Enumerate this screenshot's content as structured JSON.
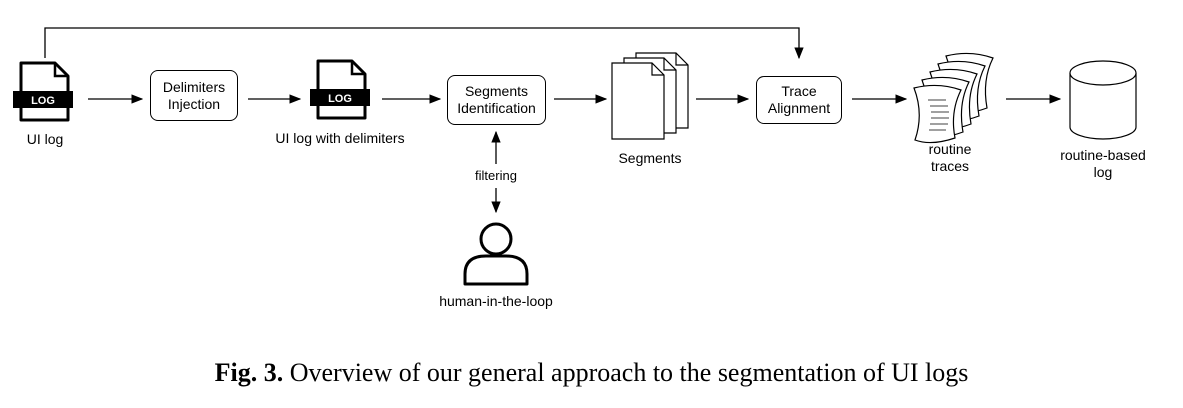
{
  "nodes": {
    "ui_log": {
      "badge": "LOG",
      "label": "UI log"
    },
    "delimiters_injection": {
      "label": "Delimiters\nInjection"
    },
    "ui_log_delimiters": {
      "badge": "LOG",
      "label": "UI log with delimiters"
    },
    "segments_identification": {
      "label": "Segments\nIdentification"
    },
    "segments": {
      "label": "Segments"
    },
    "trace_alignment": {
      "label": "Trace\nAlignment"
    },
    "routine_traces": {
      "label": "routine\ntraces"
    },
    "routine_based_log": {
      "label": "routine-based\nlog"
    },
    "human": {
      "label": "human-in-the-loop"
    }
  },
  "edges": {
    "filtering_label": "filtering"
  },
  "caption": {
    "prefix": "Fig. 3.",
    "text": "Overview of our general approach to the segmentation of UI logs"
  },
  "icons": [
    "file-log-icon",
    "document-stack-icon",
    "wavy-documents-icon",
    "database-cylinder-icon",
    "user-icon"
  ]
}
